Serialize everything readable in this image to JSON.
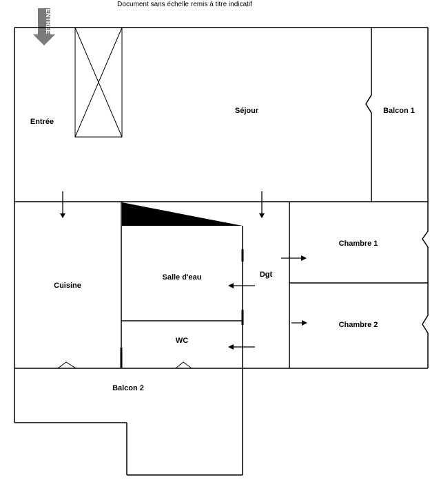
{
  "disclaimer": "Document sans échelle remis à titre indicatif",
  "entrance_marker": "ENTRÉE",
  "rooms": {
    "entree": "Entrée",
    "sejour": "Séjour",
    "balcon1": "Balcon 1",
    "cuisine": "Cuisine",
    "salle_deau": "Salle d'eau",
    "dgt": "Dgt",
    "chambre1": "Chambre 1",
    "chambre2": "Chambre 2",
    "wc": "WC",
    "balcon2": "Balcon 2"
  },
  "colors": {
    "walls": "#000000",
    "entrance_arrow": "#7a7a7a",
    "background": "#ffffff"
  }
}
